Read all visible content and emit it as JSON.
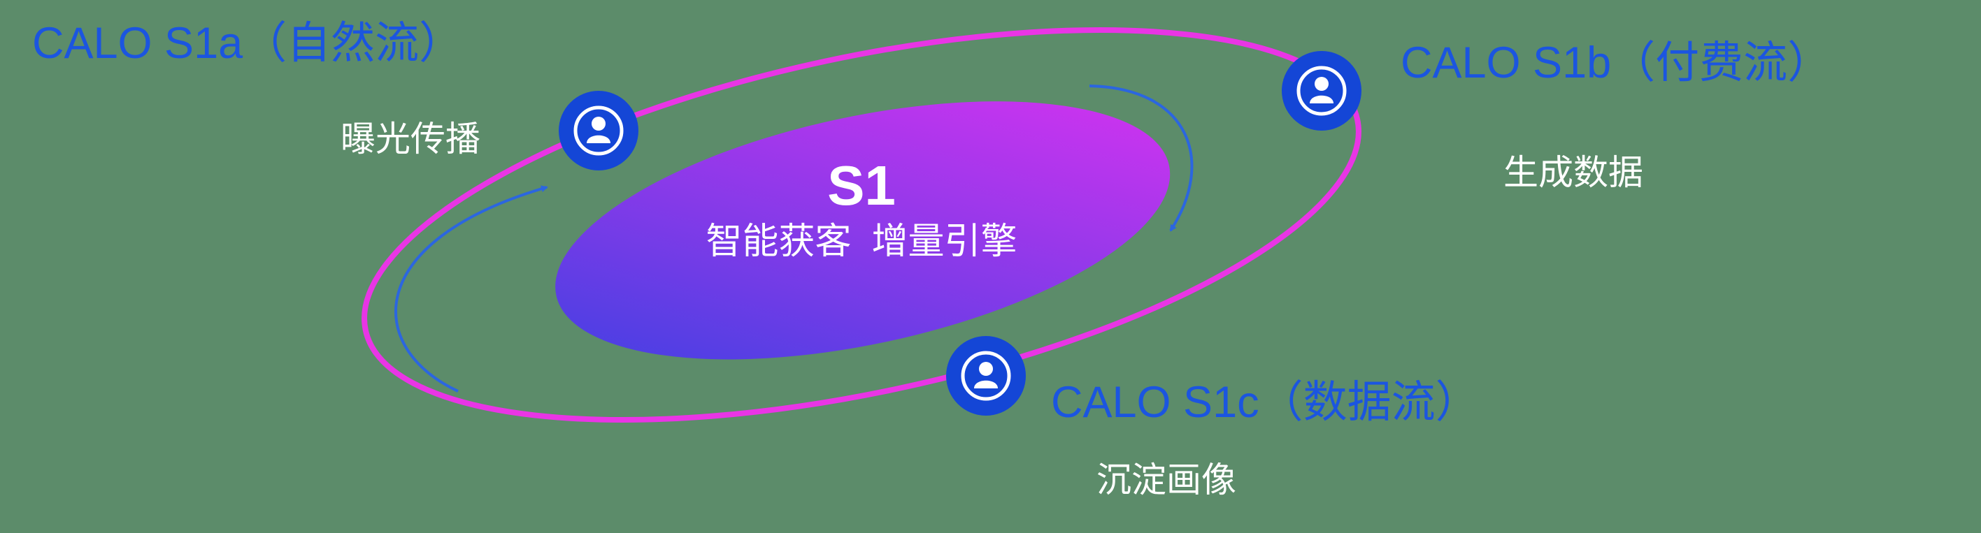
{
  "diagram": {
    "center": {
      "title": "S1",
      "subtitle": "智能获客  增量引擎"
    },
    "nodes": [
      {
        "id": "s1a",
        "title": "CALO S1a（自然流）",
        "subtitle": "曝光传播"
      },
      {
        "id": "s1b",
        "title": "CALO S1b（付费流）",
        "subtitle": "生成数据"
      },
      {
        "id": "s1c",
        "title": "CALO S1c（数据流）",
        "subtitle": "沉淀画像"
      }
    ]
  },
  "colors": {
    "background": "#5c8c6a",
    "ring": "#e935e5",
    "gradient_start": "#4340e2",
    "gradient_end": "#d433f0",
    "node_fill": "#1446d6",
    "node_icon": "#ffffff",
    "title_text": "#1b55e0",
    "subtitle_text": "#ffffff",
    "arrow": "#2b66e0"
  }
}
